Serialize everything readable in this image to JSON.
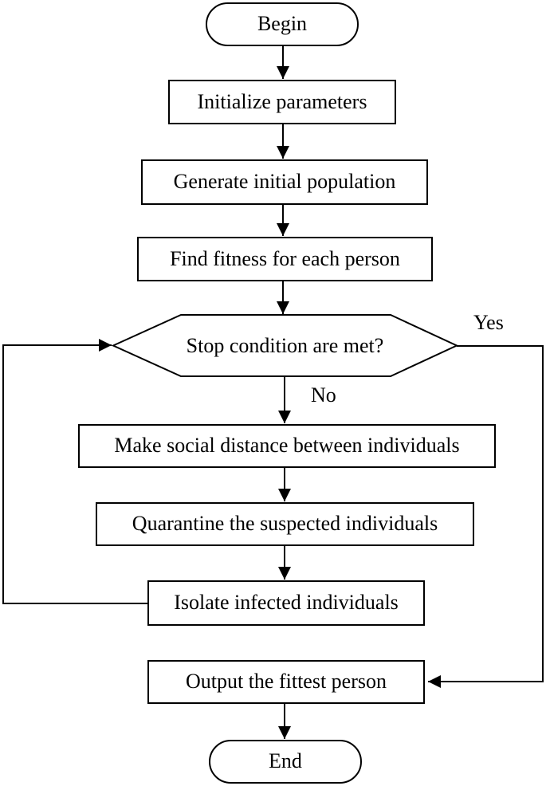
{
  "diagram": {
    "type": "flowchart",
    "nodes": {
      "begin": {
        "label": "Begin",
        "shape": "terminator"
      },
      "initialize": {
        "label": "Initialize parameters",
        "shape": "process"
      },
      "generate": {
        "label": "Generate initial population",
        "shape": "process"
      },
      "fitness": {
        "label": "Find fitness for each person",
        "shape": "process"
      },
      "stop_condition": {
        "label": "Stop condition are met?",
        "shape": "decision-hexagon"
      },
      "social_distance": {
        "label": "Make social distance between individuals",
        "shape": "process"
      },
      "quarantine": {
        "label": "Quarantine the suspected individuals",
        "shape": "process"
      },
      "isolate": {
        "label": "Isolate infected individuals",
        "shape": "process"
      },
      "output": {
        "label": "Output the fittest person",
        "shape": "process"
      },
      "end": {
        "label": "End",
        "shape": "terminator"
      }
    },
    "edge_labels": {
      "yes": "Yes",
      "no": "No"
    },
    "edges": [
      {
        "from": "begin",
        "to": "initialize"
      },
      {
        "from": "initialize",
        "to": "generate"
      },
      {
        "from": "generate",
        "to": "fitness"
      },
      {
        "from": "fitness",
        "to": "stop_condition"
      },
      {
        "from": "stop_condition",
        "to": "social_distance",
        "label": "No"
      },
      {
        "from": "social_distance",
        "to": "quarantine"
      },
      {
        "from": "quarantine",
        "to": "isolate"
      },
      {
        "from": "isolate",
        "to": "stop_condition",
        "route": "loop-left"
      },
      {
        "from": "stop_condition",
        "to": "output",
        "label": "Yes",
        "route": "right-side"
      },
      {
        "from": "output",
        "to": "end"
      }
    ],
    "colors": {
      "stroke": "#000000",
      "fill": "#ffffff",
      "background": "#ffffff",
      "text": "#000000"
    }
  }
}
